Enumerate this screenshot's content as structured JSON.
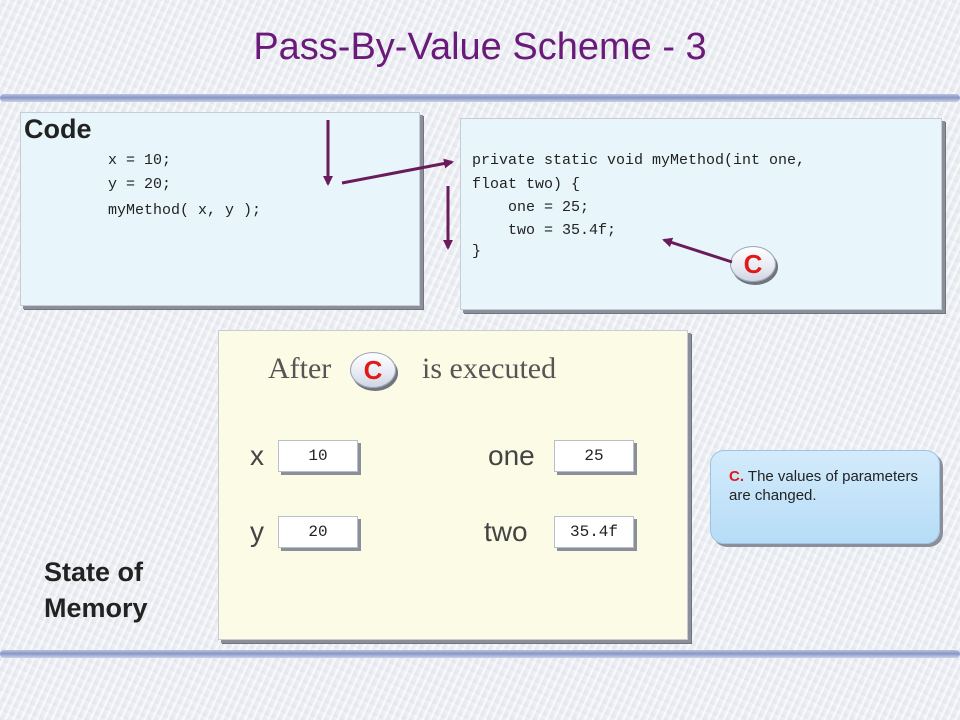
{
  "title": "Pass-By-Value Scheme - 3",
  "code_panel": {
    "heading": "Code",
    "lines": [
      "x = 10;",
      "y = 20;",
      "myMethod( x, y );"
    ]
  },
  "method_panel": {
    "lines": [
      "private static void myMethod(int one,",
      "float two) {",
      "    one = 25;",
      "    two = 35.4f;",
      "}"
    ],
    "badge": "C"
  },
  "memory_panel": {
    "heading": "State of Memory",
    "after_label": "After",
    "badge": "C",
    "executed_label": "is executed",
    "variables": [
      {
        "name": "x",
        "value": "10"
      },
      {
        "name": "y",
        "value": "20"
      },
      {
        "name": "one",
        "value": "25"
      },
      {
        "name": "two",
        "value": "35.4f"
      }
    ]
  },
  "note": {
    "lead": "C.",
    "text": "The values of parameters are changed."
  },
  "colors": {
    "title": "#6a1b7a",
    "arrow": "#6a1b5a",
    "badge_letter": "#e01a1a",
    "code_bg": "#e8f6fb",
    "memory_bg": "#fbfbe6",
    "note_bg": "#b6dcf7"
  }
}
